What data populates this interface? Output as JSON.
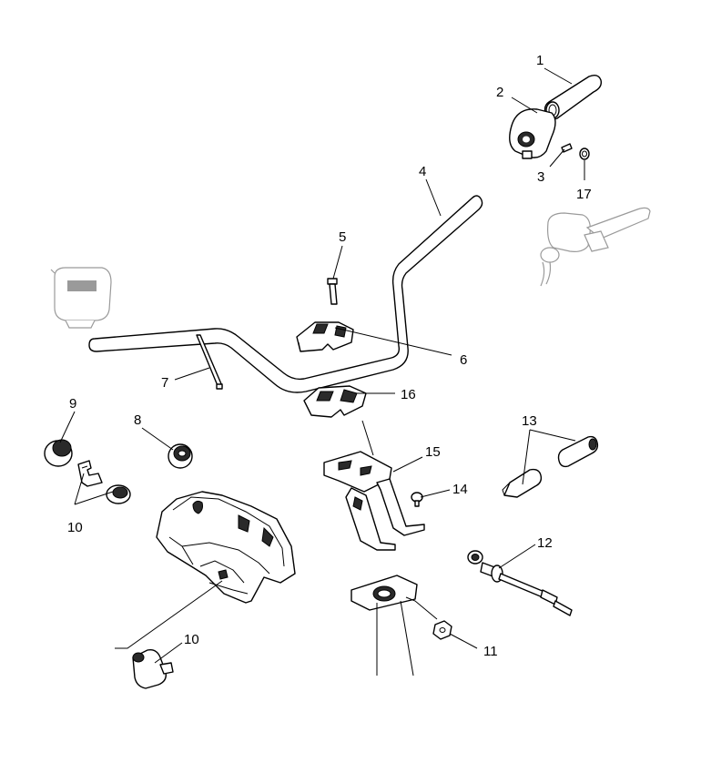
{
  "callouts": {
    "c1": "1",
    "c2": "2",
    "c3": "3",
    "c17": "17",
    "c4": "4",
    "c5": "5",
    "c6": "6",
    "c7": "7",
    "c16": "16",
    "c9": "9",
    "c8": "8",
    "c10a": "10",
    "c13": "13",
    "c15": "15",
    "c14": "14",
    "c12": "12",
    "c10b": "10",
    "c11": "11"
  }
}
